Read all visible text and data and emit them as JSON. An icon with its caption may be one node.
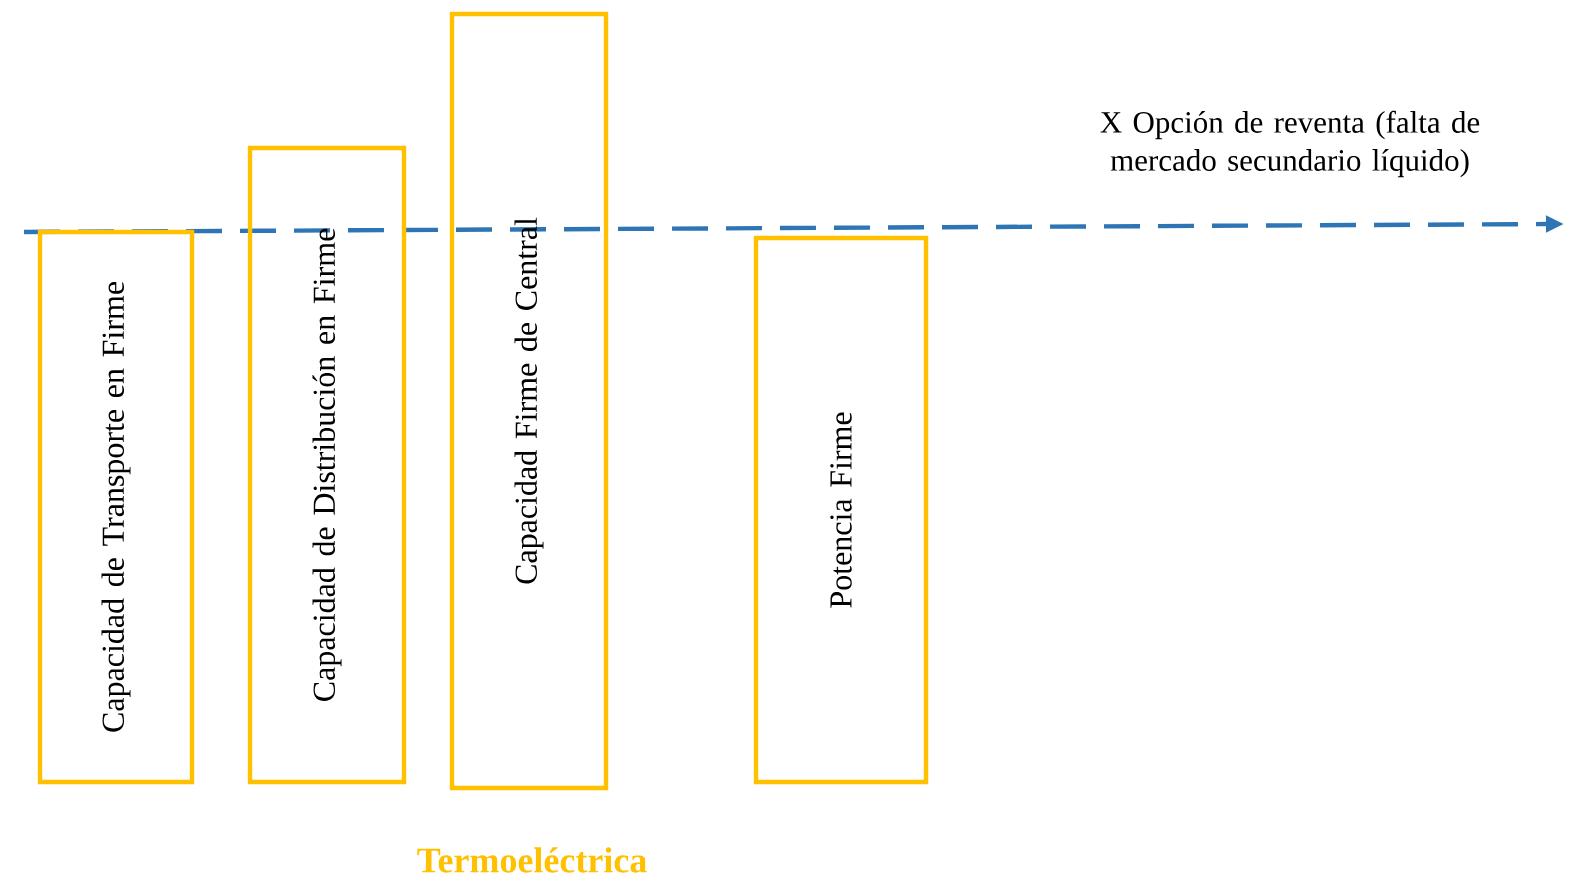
{
  "diagram": {
    "nodes": [
      {
        "text": [
          "Capacidad de Transporte en Firme"
        ]
      },
      {
        "text": [
          "Capacidad de Distribución en Firme"
        ]
      },
      {
        "text": [
          "Capacidad Firme de Central"
        ]
      },
      {
        "text": [
          "Potencia Firme"
        ]
      }
    ],
    "labels": [
      "X Opción de reventa (falta de mercado secundario líquido)",
      "Termoeléctrica"
    ]
  }
}
